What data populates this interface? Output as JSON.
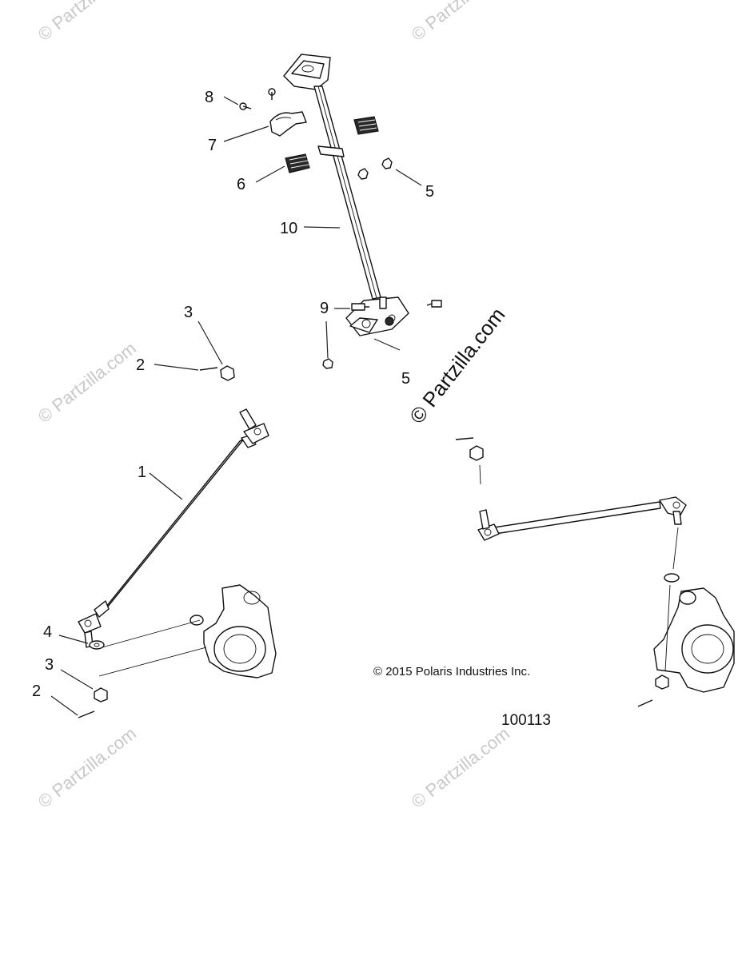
{
  "watermark": "© Partzilla.com",
  "copyright": "© 2015 Polaris Industries Inc.",
  "diagram_number": "100113",
  "callouts": {
    "c1": "1",
    "c2a": "2",
    "c2b": "2",
    "c3a": "3",
    "c3b": "3",
    "c4": "4",
    "c5a": "5",
    "c5b": "5",
    "c6": "6",
    "c7": "7",
    "c8": "8",
    "c9": "9",
    "c10": "10"
  }
}
